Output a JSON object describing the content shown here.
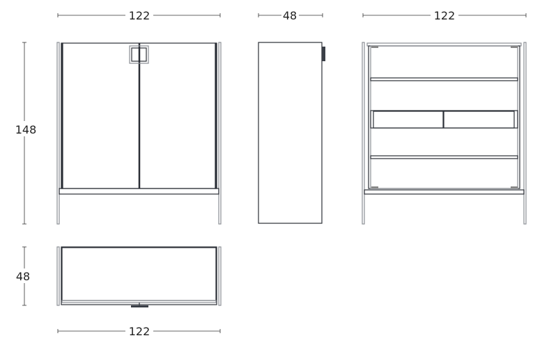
{
  "dimensions": {
    "front_width": "122",
    "side_depth": "48",
    "back_width": "122",
    "height": "148",
    "top_depth": "48",
    "top_width": "122"
  },
  "colors": {
    "line": "#2b2f36",
    "secondary_line": "#8a8e94"
  }
}
